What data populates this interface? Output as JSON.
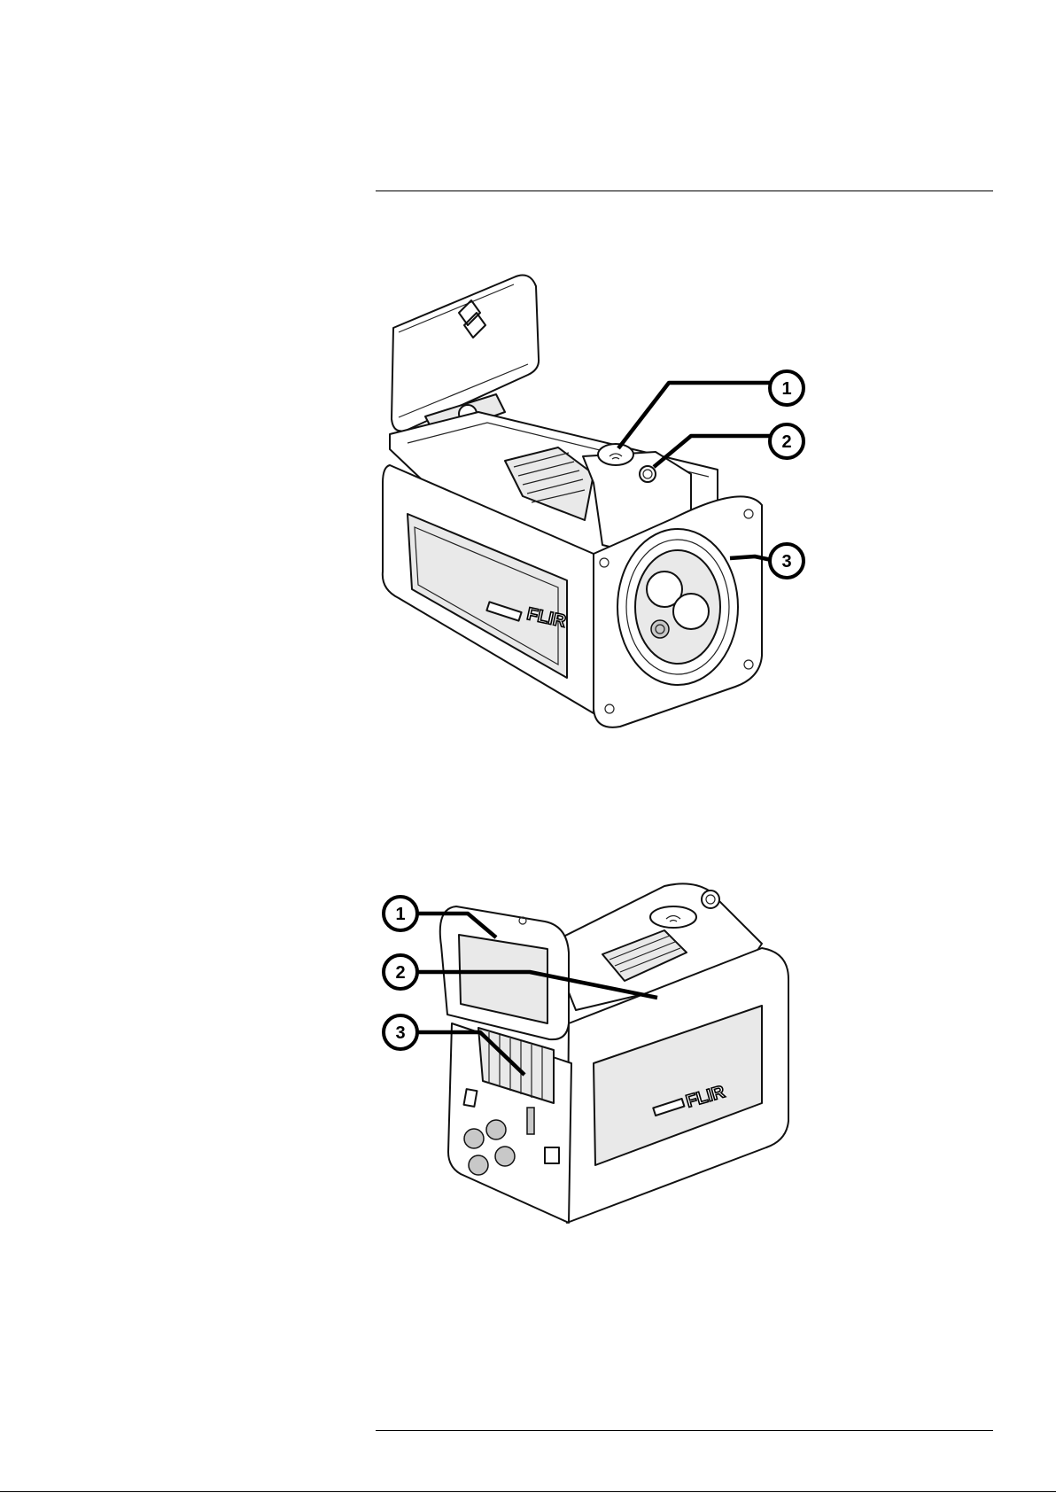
{
  "figures": [
    {
      "logo_text": "FLIR",
      "callouts": [
        {
          "label": "1"
        },
        {
          "label": "2"
        },
        {
          "label": "3"
        }
      ]
    },
    {
      "logo_text": "FLIR",
      "callouts": [
        {
          "label": "1"
        },
        {
          "label": "2"
        },
        {
          "label": "3"
        }
      ]
    }
  ],
  "colors": {
    "ink": "#000000",
    "paper": "#ffffff"
  }
}
